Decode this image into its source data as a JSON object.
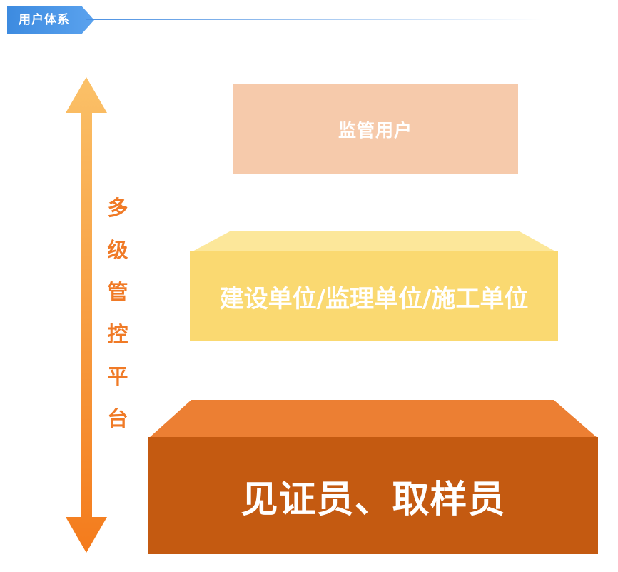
{
  "section": {
    "title": "用户体系"
  },
  "side_label": {
    "chars": [
      "多",
      "级",
      "管",
      "控",
      "平",
      "台"
    ]
  },
  "tiers": {
    "top": "监管用户",
    "middle": "建设单位/监理单位/施工单位",
    "bottom": "见证员、取样员"
  },
  "colors": {
    "tag_blue": "#4a90e2",
    "arrow_top": "#fbc168",
    "arrow_bottom": "#f47b1c",
    "label_orange": "#f07a26",
    "tier_top": "#f6caab",
    "tier_middle": "#fad971",
    "tier_middle_cap": "#fce79a",
    "tier_bottom": "#c45a11",
    "tier_bottom_cap": "#ec7f33"
  }
}
